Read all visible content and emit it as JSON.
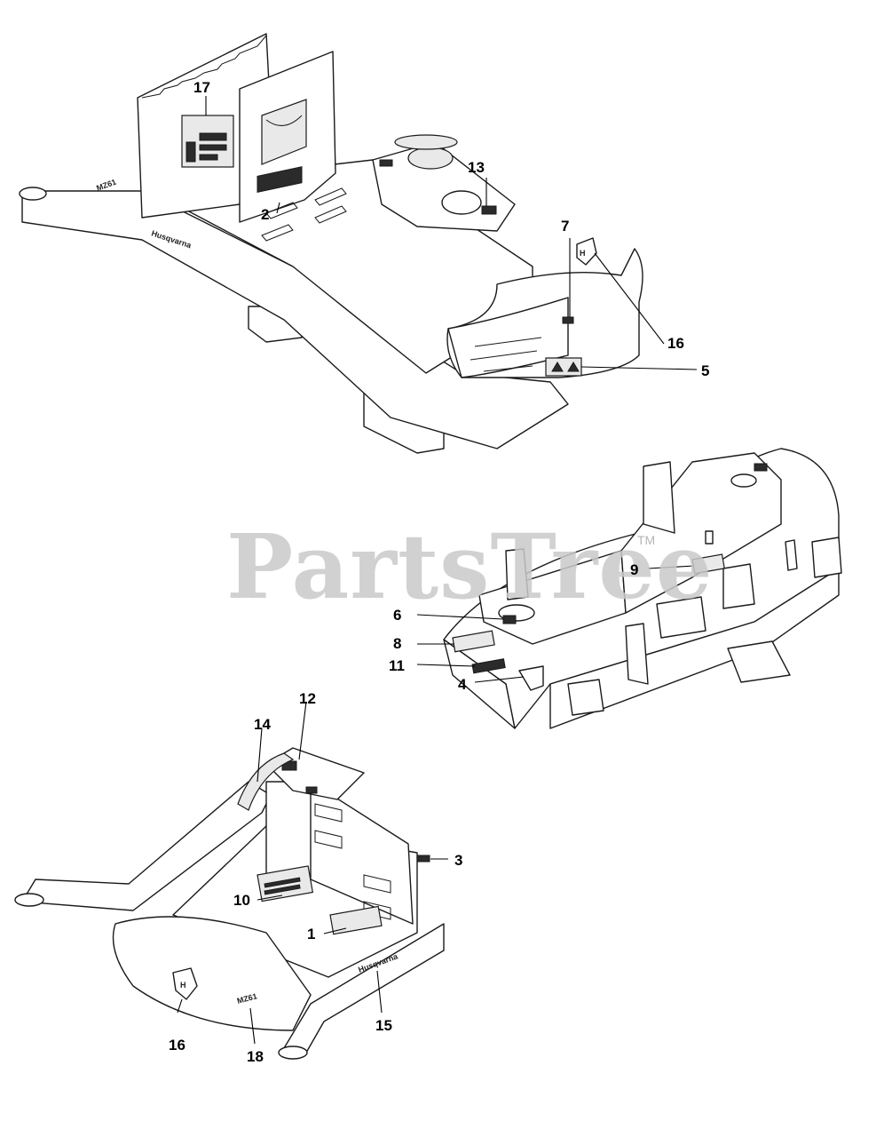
{
  "watermark": {
    "text": "PartsTree",
    "tm": "TM"
  },
  "callouts": {
    "c1": "1",
    "c2": "2",
    "c3": "3",
    "c4": "4",
    "c5": "5",
    "c6": "6",
    "c7": "7",
    "c8": "8",
    "c9": "9",
    "c10": "10",
    "c11": "11",
    "c12": "12",
    "c13": "13",
    "c14": "14",
    "c15": "15",
    "c16a": "16",
    "c16b": "16",
    "c17": "17",
    "c18": "18"
  }
}
